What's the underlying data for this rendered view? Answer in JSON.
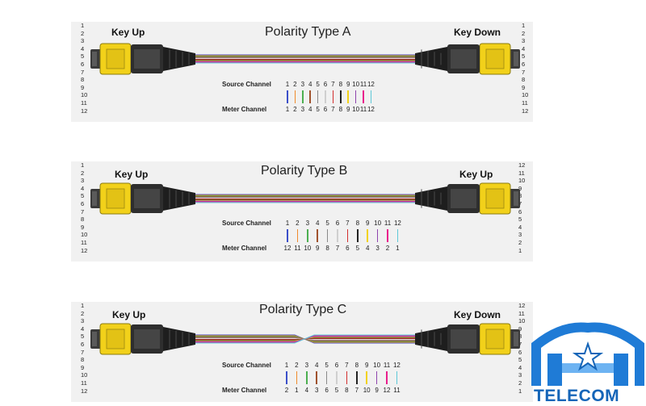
{
  "diagrams": [
    {
      "title": "Polarity Type A",
      "left_key": "Key Up",
      "right_key": "Key Down",
      "crossed": false,
      "left_numbers": [
        "1",
        "2",
        "3",
        "4",
        "5",
        "6",
        "7",
        "8",
        "9",
        "10",
        "11",
        "12"
      ],
      "right_numbers": [
        "1",
        "2",
        "3",
        "4",
        "5",
        "6",
        "7",
        "8",
        "9",
        "10",
        "11",
        "12"
      ],
      "source_label": "Source Channel",
      "meter_label": "Meter Channel",
      "source_channels": [
        "1",
        "2",
        "3",
        "4",
        "5",
        "6",
        "7",
        "8",
        "9",
        "10",
        "11",
        "12"
      ],
      "meter_channels": [
        "1",
        "2",
        "3",
        "4",
        "5",
        "6",
        "7",
        "8",
        "9",
        "10",
        "11",
        "12"
      ]
    },
    {
      "title": "Polarity Type B",
      "left_key": "Key Up",
      "right_key": "Key Up",
      "crossed": false,
      "left_numbers": [
        "1",
        "2",
        "3",
        "4",
        "5",
        "6",
        "7",
        "8",
        "9",
        "10",
        "11",
        "12"
      ],
      "right_numbers": [
        "12",
        "11",
        "10",
        "9",
        "8",
        "7",
        "6",
        "5",
        "4",
        "3",
        "2",
        "1"
      ],
      "source_label": "Source Channel",
      "meter_label": "Meter Channel",
      "source_channels": [
        "1",
        "2",
        "3",
        "4",
        "5",
        "6",
        "7",
        "8",
        "9",
        "10",
        "11",
        "12"
      ],
      "meter_channels": [
        "12",
        "11",
        "10",
        "9",
        "8",
        "7",
        "6",
        "5",
        "4",
        "3",
        "2",
        "1"
      ]
    },
    {
      "title": "Polarity Type C",
      "left_key": "Key Up",
      "right_key": "Key Down",
      "crossed": true,
      "left_numbers": [
        "1",
        "2",
        "3",
        "4",
        "5",
        "6",
        "7",
        "8",
        "9",
        "10",
        "11",
        "12"
      ],
      "right_numbers": [
        "12",
        "11",
        "10",
        "9",
        "8",
        "7",
        "6",
        "5",
        "4",
        "3",
        "2",
        "1"
      ],
      "source_label": "Source Channel",
      "meter_label": "Meter Channel",
      "source_channels": [
        "1",
        "2",
        "3",
        "4",
        "5",
        "6",
        "7",
        "8",
        "9",
        "10",
        "11",
        "12"
      ],
      "meter_channels": [
        "2",
        "1",
        "4",
        "3",
        "6",
        "5",
        "8",
        "7",
        "10",
        "9",
        "12",
        "11"
      ]
    }
  ],
  "fiber_colors": [
    "#3b4fc9",
    "#f08a2c",
    "#4caf50",
    "#a0522d",
    "#8a8a8a",
    "#e8e8e8",
    "#d32f2f",
    "#222222",
    "#f2d21a",
    "#8e44ad",
    "#e91e8c",
    "#5ec8d8"
  ],
  "connector_yellow": "#f2d11a",
  "logo": {
    "text": "TELECOM",
    "color": "#1565b8"
  }
}
